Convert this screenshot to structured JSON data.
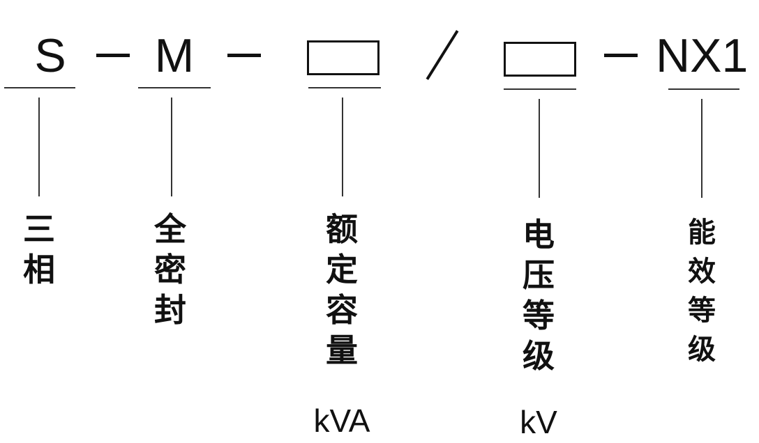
{
  "codes": {
    "s": "S",
    "m": "M",
    "nx": "NX1"
  },
  "labels": {
    "phase": [
      "三",
      "相"
    ],
    "sealed": [
      "全",
      "密",
      "封"
    ],
    "capacity": [
      "额",
      "定",
      "容",
      "量"
    ],
    "capacity_unit": "kVA",
    "voltage": [
      "电",
      "压",
      "等",
      "级"
    ],
    "voltage_unit": "kV",
    "efficiency": [
      "能",
      "效",
      "等",
      "级"
    ]
  }
}
